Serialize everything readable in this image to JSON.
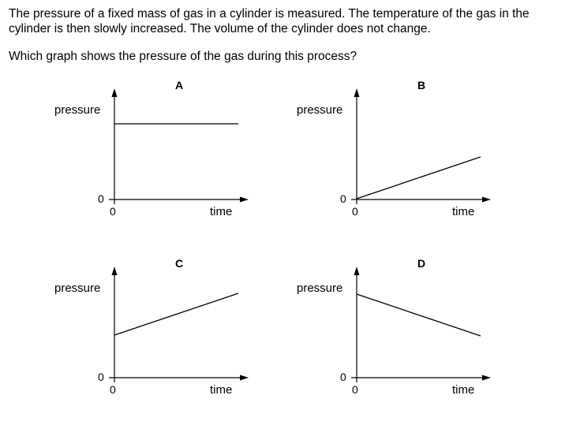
{
  "question": {
    "stem": "The pressure of a fixed mass of gas in a cylinder is measured. The temperature of the gas in the cylinder is then slowly increased. The volume of the cylinder does not change.",
    "prompt": "Which graph shows the pressure of the gas during this process?"
  },
  "graphs": [
    {
      "letter": "A",
      "ylabel": "pressure",
      "xlabel": "time",
      "y_origin": "0",
      "x_origin": "0",
      "line": "horizontal, starts above zero"
    },
    {
      "letter": "B",
      "ylabel": "pressure",
      "xlabel": "time",
      "y_origin": "0",
      "x_origin": "0",
      "line": "increasing, starts at zero"
    },
    {
      "letter": "C",
      "ylabel": "pressure",
      "xlabel": "time",
      "y_origin": "0",
      "x_origin": "0",
      "line": "increasing, starts above zero"
    },
    {
      "letter": "D",
      "ylabel": "pressure",
      "xlabel": "time",
      "y_origin": "0",
      "x_origin": "0",
      "line": "decreasing, starts above zero"
    }
  ]
}
